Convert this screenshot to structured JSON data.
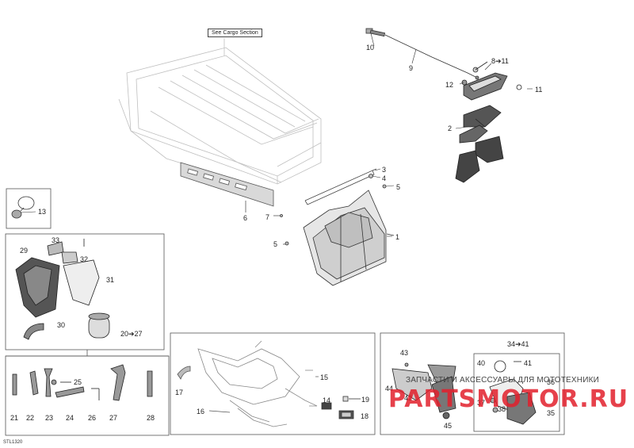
{
  "diagram": {
    "notes": {
      "cargo_section": "See Cargo Section"
    },
    "reference_code": "STL1320",
    "watermark": {
      "tagline": "ЗАПЧАСТИ И АКСЕССУАРЫ ДЛЯ МОТОТЕХНИКИ",
      "brand": "PARTSMOTOR.RU"
    },
    "callouts": {
      "c1": "1",
      "c2": "2",
      "c3": "3",
      "c4": "4",
      "c5a": "5",
      "c5b": "5",
      "c6": "6",
      "c7": "7",
      "c8_11": "8➔11",
      "c9": "9",
      "c10": "10",
      "c11": "11",
      "c12": "12",
      "c13": "13",
      "c14": "14",
      "c15": "15",
      "c16": "16",
      "c17": "17",
      "c18": "18",
      "c19": "19",
      "c20_27": "20➔27",
      "c21": "21",
      "c22": "22",
      "c23": "23",
      "c24": "24",
      "c25": "25",
      "c26": "26",
      "c27": "27",
      "c28": "28",
      "c29": "29",
      "c30": "30",
      "c31": "31",
      "c32": "32",
      "c33": "33",
      "c34_41": "34➔41",
      "c35": "35",
      "c36": "36",
      "c37": "37",
      "c38": "38",
      "c40": "40",
      "c41": "41",
      "c42": "42",
      "c43": "43",
      "c44": "44",
      "c45": "45"
    }
  }
}
